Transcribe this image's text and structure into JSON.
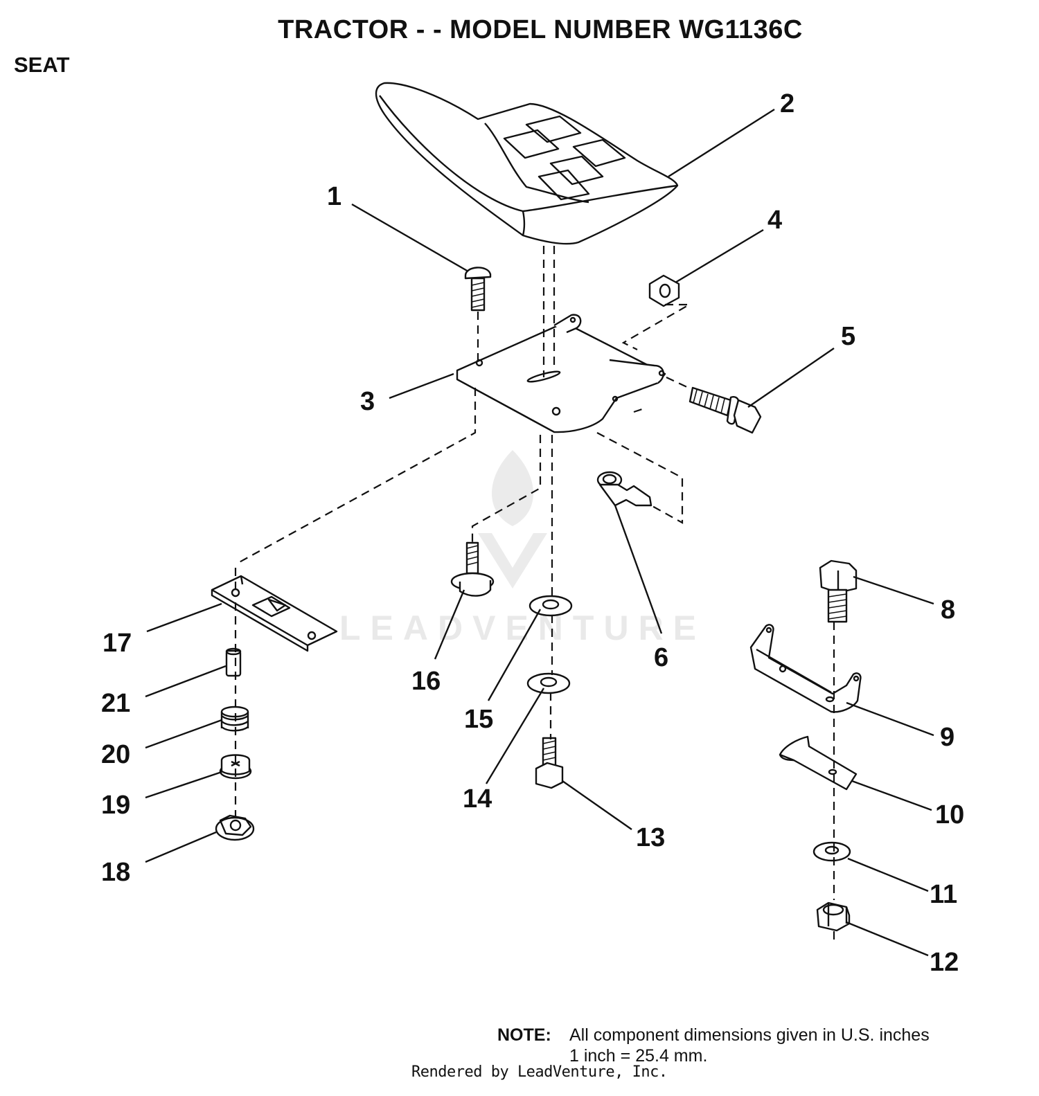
{
  "header": {
    "title": "TRACTOR - - MODEL NUMBER  WG1136C",
    "section": "SEAT"
  },
  "callouts": [
    "1",
    "2",
    "3",
    "4",
    "5",
    "6",
    "8",
    "9",
    "10",
    "11",
    "12",
    "13",
    "14",
    "15",
    "16",
    "17",
    "18",
    "19",
    "20",
    "21"
  ],
  "note": {
    "label": "NOTE:",
    "line1": "All component dimensions given in U.S. inches",
    "line2": "1 inch = 25.4 mm."
  },
  "footer": {
    "rendered_by": "Rendered by LeadVenture, Inc."
  },
  "watermark": {
    "text": "LEADVENTURE"
  }
}
